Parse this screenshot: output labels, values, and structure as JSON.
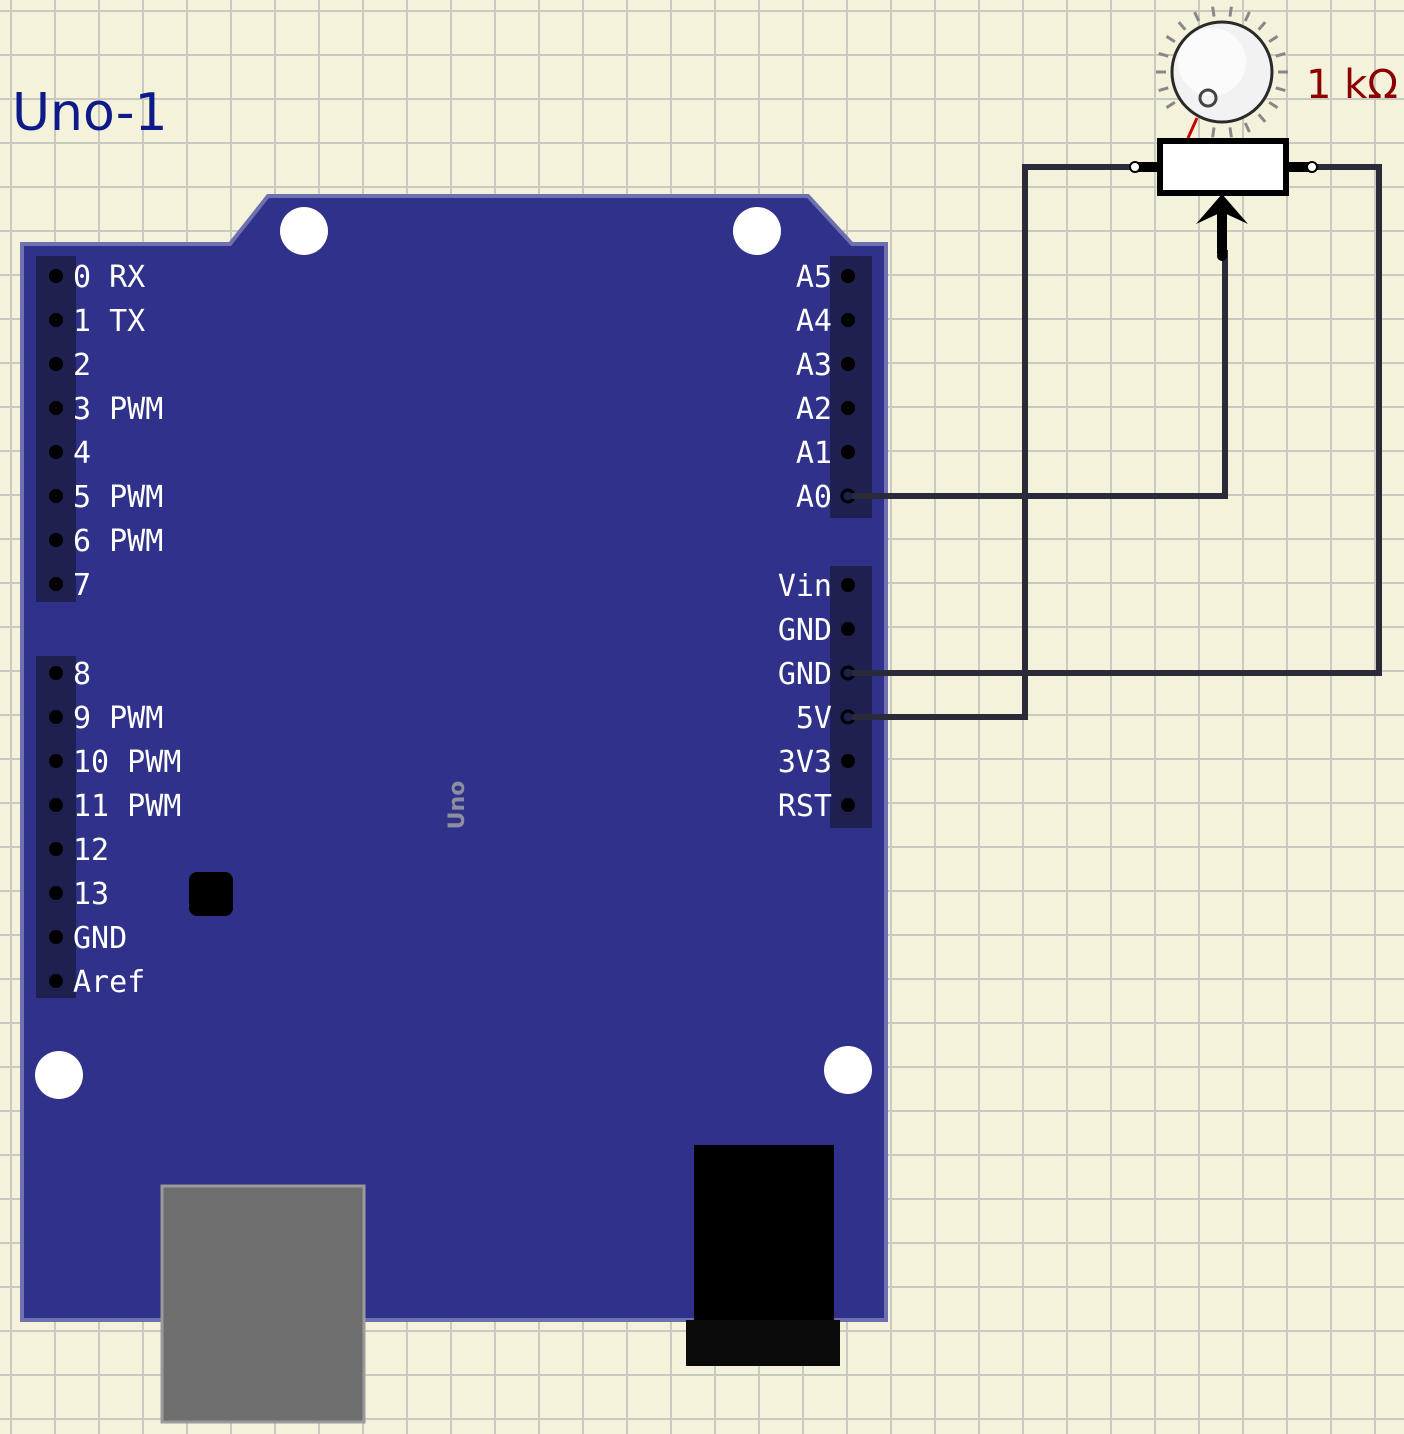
{
  "board": {
    "title": "Uno-1",
    "silkscreen": "Uno",
    "left_pins_top": [
      "0 RX",
      "1 TX",
      "2",
      "3 PWM",
      "4",
      "5 PWM",
      "6 PWM",
      "7"
    ],
    "left_pins_bottom": [
      "8",
      "9 PWM",
      "10 PWM",
      "11 PWM",
      "12",
      "13",
      "GND",
      "Aref"
    ],
    "right_pins_analog": [
      "A5",
      "A4",
      "A3",
      "A2",
      "A1",
      "A0"
    ],
    "right_pins_power": [
      "Vin",
      "GND",
      "GND",
      "5V",
      "3V3",
      "RST"
    ]
  },
  "potentiometer": {
    "value": "1 kΩ"
  },
  "colors": {
    "board": "#2f318a",
    "wire": "#2a2a38",
    "background": "#f5f2dc",
    "grid": "#c9c9c0"
  }
}
